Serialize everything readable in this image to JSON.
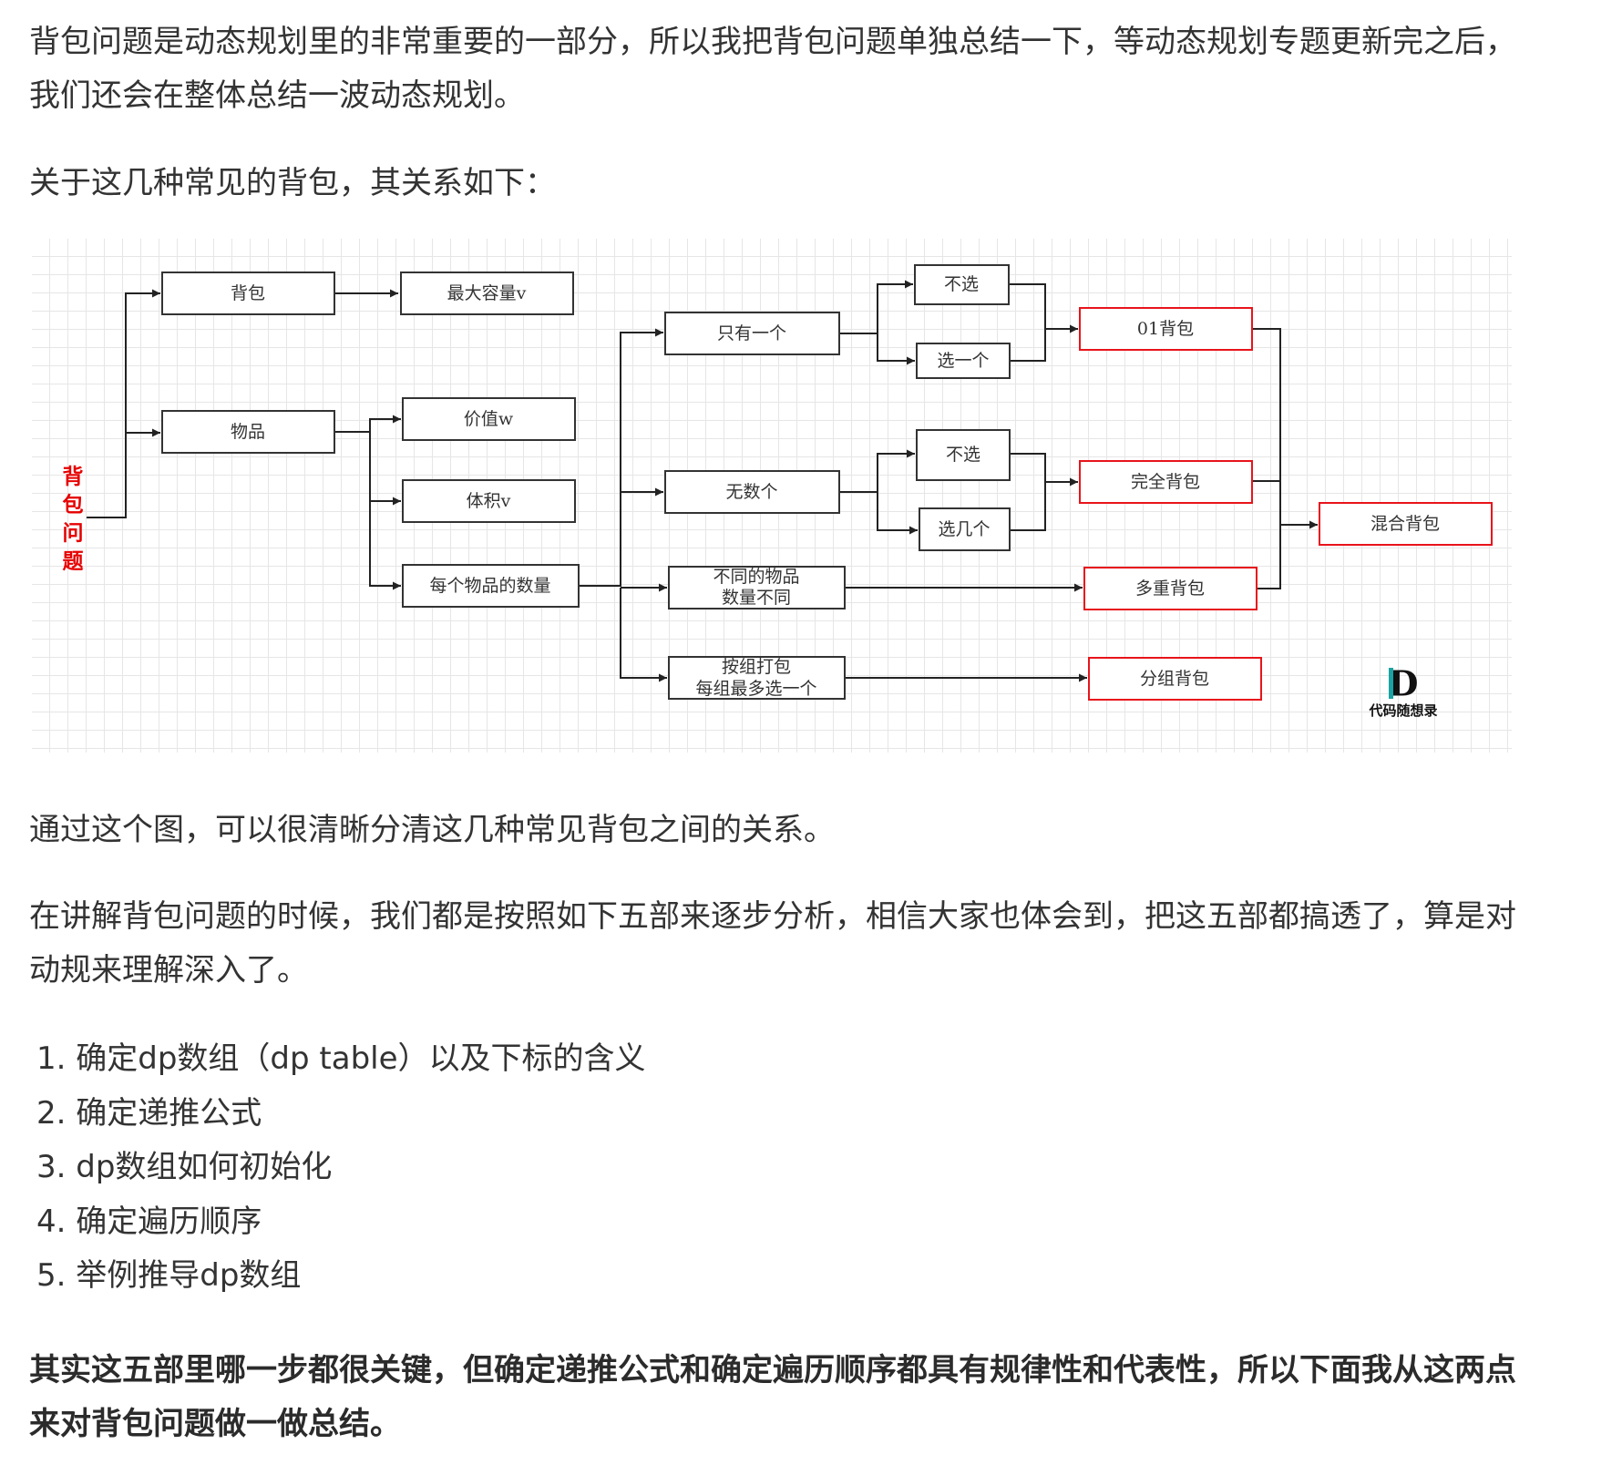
{
  "paragraphs": {
    "intro": "背包问题是动态规划里的非常重要的一部分，所以我把背包问题单独总结一下，等动态规划专题更新完之后，我们还会在整体总结一波动态规划。",
    "relation": "关于这几种常见的背包，其关系如下：",
    "after_figure": "通过这个图，可以很清晰分清这几种常见背包之间的关系。",
    "steps_intro": "在讲解背包问题的时候，我们都是按照如下五部来逐步分析，相信大家也体会到，把这五部都搞透了，算是对动规来理解深入了。",
    "conclusion": "其实这五部里哪一步都很关键，但确定递推公式和确定遍历顺序都具有规律性和代表性，所以下面我从这两点来对背包问题做一做总结。"
  },
  "steps": [
    {
      "num": "1.",
      "text": "确定dp数组（dp table）以及下标的含义"
    },
    {
      "num": "2.",
      "text": "确定递推公式"
    },
    {
      "num": "3.",
      "text": "dp数组如何初始化"
    },
    {
      "num": "4.",
      "text": "确定遍历顺序"
    },
    {
      "num": "5.",
      "text": "举例推导dp数组"
    }
  ],
  "diagram": {
    "root": [
      "背",
      "包",
      "问",
      "题"
    ],
    "nodes": {
      "bag": "背包",
      "capacity": "最大容量v",
      "item": "物品",
      "value": "价值w",
      "volume": "体积v",
      "count": "每个物品的数量",
      "only_one": "只有一个",
      "unlimited": "无数个",
      "different_l1": "不同的物品",
      "different_l2": "数量不同",
      "group_l1": "按组打包",
      "group_l2": "每组最多选一个",
      "skip_a": "不选",
      "pick_one": "选一个",
      "skip_b": "不选",
      "pick_some": "选几个",
      "zero_one": "01背包",
      "complete": "完全背包",
      "multiple": "多重背包",
      "grouped": "分组背包",
      "mixed": "混合背包"
    },
    "logo": {
      "letter": "D",
      "caption": "代码随想录"
    },
    "colors": {
      "root": "#e60000",
      "highlight_box": "#e8141b",
      "box": "#333333",
      "arrow": "#222222",
      "grid": "#e6e6e6"
    }
  }
}
